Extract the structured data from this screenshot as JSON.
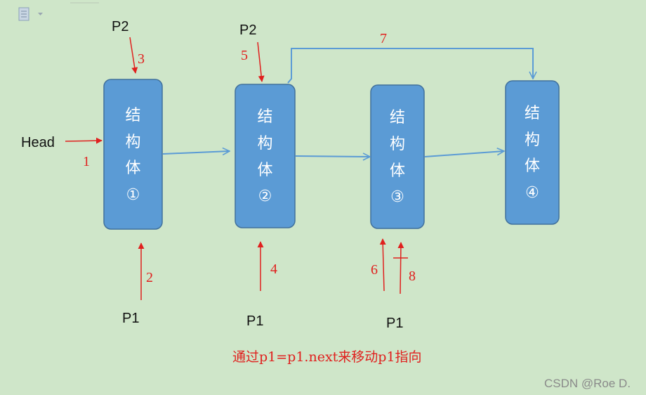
{
  "nodes": [
    {
      "line1": "结",
      "line2": "构",
      "line3": "体",
      "line4": "①"
    },
    {
      "line1": "结",
      "line2": "构",
      "line3": "体",
      "line4": "②"
    },
    {
      "line1": "结",
      "line2": "构",
      "line3": "体",
      "line4": "③"
    },
    {
      "line1": "结",
      "line2": "构",
      "line3": "体",
      "line4": "④"
    }
  ],
  "pointers": {
    "head": "Head",
    "p2_a": "P2",
    "p2_b": "P2",
    "p1_a": "P1",
    "p1_b": "P1",
    "p1_c": "P1"
  },
  "steps": [
    "1",
    "2",
    "3",
    "4",
    "5",
    "6",
    "7",
    "8"
  ],
  "caption": "通过p1=p1.next来移动p1指向",
  "watermark": "CSDN @Roe D.",
  "colors": {
    "background": "#cfe6c9",
    "node_fill": "#5b9bd5",
    "node_border": "#41719c",
    "link_arrow": "#5b9bd5",
    "pointer_arrow": "#e0201e"
  }
}
